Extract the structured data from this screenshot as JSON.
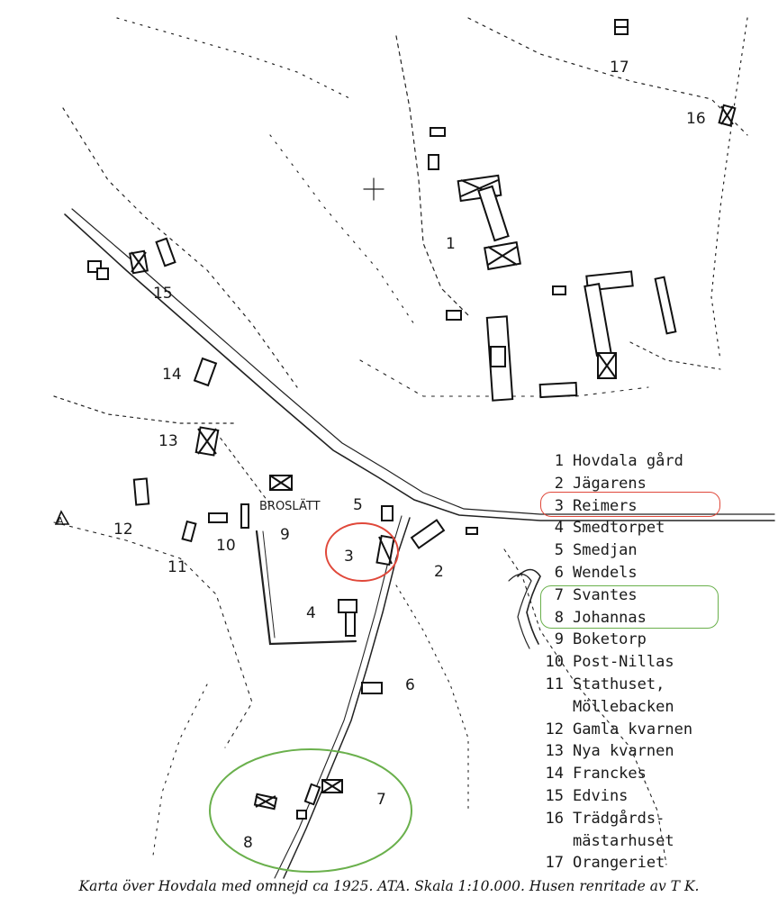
{
  "map": {
    "labels": [
      {
        "id": "1",
        "text": "1"
      },
      {
        "id": "2",
        "text": "2"
      },
      {
        "id": "3",
        "text": "3"
      },
      {
        "id": "4",
        "text": "4"
      },
      {
        "id": "5",
        "text": "5"
      },
      {
        "id": "6",
        "text": "6"
      },
      {
        "id": "7",
        "text": "7"
      },
      {
        "id": "8",
        "text": "8"
      },
      {
        "id": "9",
        "text": "9"
      },
      {
        "id": "10",
        "text": "10"
      },
      {
        "id": "11",
        "text": "11"
      },
      {
        "id": "12",
        "text": "12"
      },
      {
        "id": "13",
        "text": "13"
      },
      {
        "id": "14",
        "text": "14"
      },
      {
        "id": "15",
        "text": "15"
      },
      {
        "id": "16",
        "text": "16"
      },
      {
        "id": "17",
        "text": "17"
      }
    ],
    "place_name": "BROSLÄTT",
    "triangle_label": "A",
    "highlight_colors": {
      "red": "#e0483a",
      "green": "#6ab04c"
    }
  },
  "legend": [
    {
      "num": "1",
      "name": "Hovdala gård"
    },
    {
      "num": "2",
      "name": "Jägarens"
    },
    {
      "num": "3",
      "name": "Reimers"
    },
    {
      "num": "4",
      "name": "Smedtorpet"
    },
    {
      "num": "5",
      "name": "Smedjan"
    },
    {
      "num": "6",
      "name": "Wendels"
    },
    {
      "num": "7",
      "name": "Svantes"
    },
    {
      "num": "8",
      "name": "Johannas"
    },
    {
      "num": "9",
      "name": "Boketorp"
    },
    {
      "num": "10",
      "name": "Post-Nillas"
    },
    {
      "num": "11",
      "name": "Stathuset,"
    },
    {
      "num": "",
      "name": "Möllebacken"
    },
    {
      "num": "12",
      "name": "Gamla kvarnen"
    },
    {
      "num": "13",
      "name": "Nya kvarnen"
    },
    {
      "num": "14",
      "name": "Franckes"
    },
    {
      "num": "15",
      "name": "Edvins"
    },
    {
      "num": "16",
      "name": "Trädgårds-"
    },
    {
      "num": "",
      "name": "mästarhuset"
    },
    {
      "num": "17",
      "name": "Orangeriet"
    }
  ],
  "caption": "Karta över Hovdala med omnejd ca 1925. ATA. Skala 1:10.000. Husen renritade av T K."
}
